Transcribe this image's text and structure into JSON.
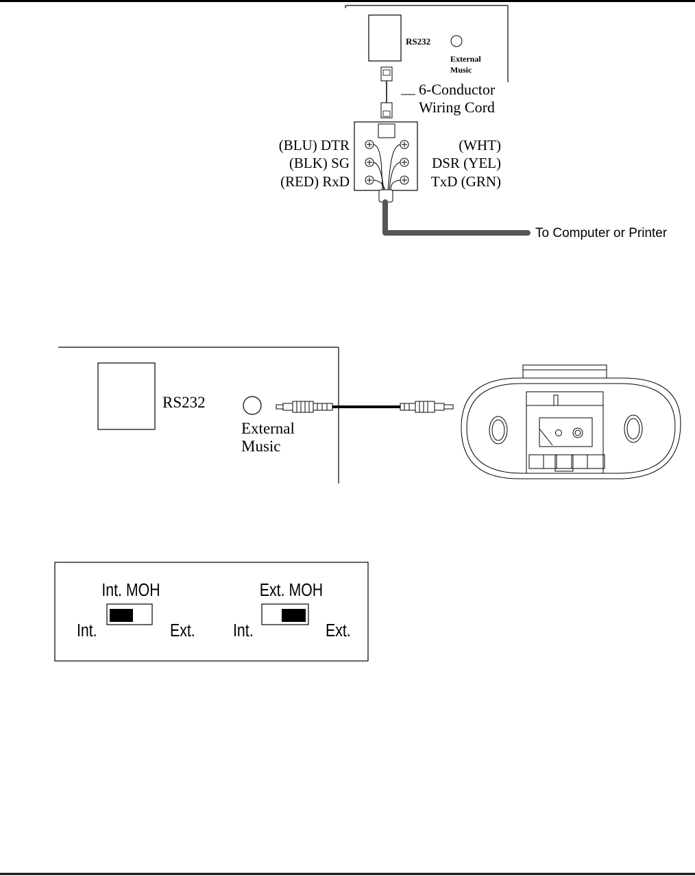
{
  "top_diagram": {
    "panel_rs232_label": "RS232",
    "panel_music_label_line1": "External",
    "panel_music_label_line2": "Music",
    "cord_label_line1": "6-Conductor",
    "cord_label_line2": "Wiring Cord",
    "pin_labels_left": [
      "(BLU) DTR",
      "(BLK) SG",
      "(RED) RxD"
    ],
    "pin_labels_right": [
      "(WHT)",
      "DSR (YEL)",
      "TxD (GRN)"
    ],
    "cable_destination": "To Computer or Printer"
  },
  "middle_diagram": {
    "rs232_label": "RS232",
    "music_label_line1": "External",
    "music_label_line2": "Music"
  },
  "switch_diagram": {
    "switches": [
      {
        "title": "Int. MOH",
        "left_label": "Int.",
        "right_label": "Ext.",
        "position": "left"
      },
      {
        "title": "Ext. MOH",
        "left_label": "Int.",
        "right_label": "Ext.",
        "position": "right"
      }
    ]
  },
  "colors": {
    "line": "#000000",
    "cable": "#555555",
    "background": "#ffffff"
  }
}
